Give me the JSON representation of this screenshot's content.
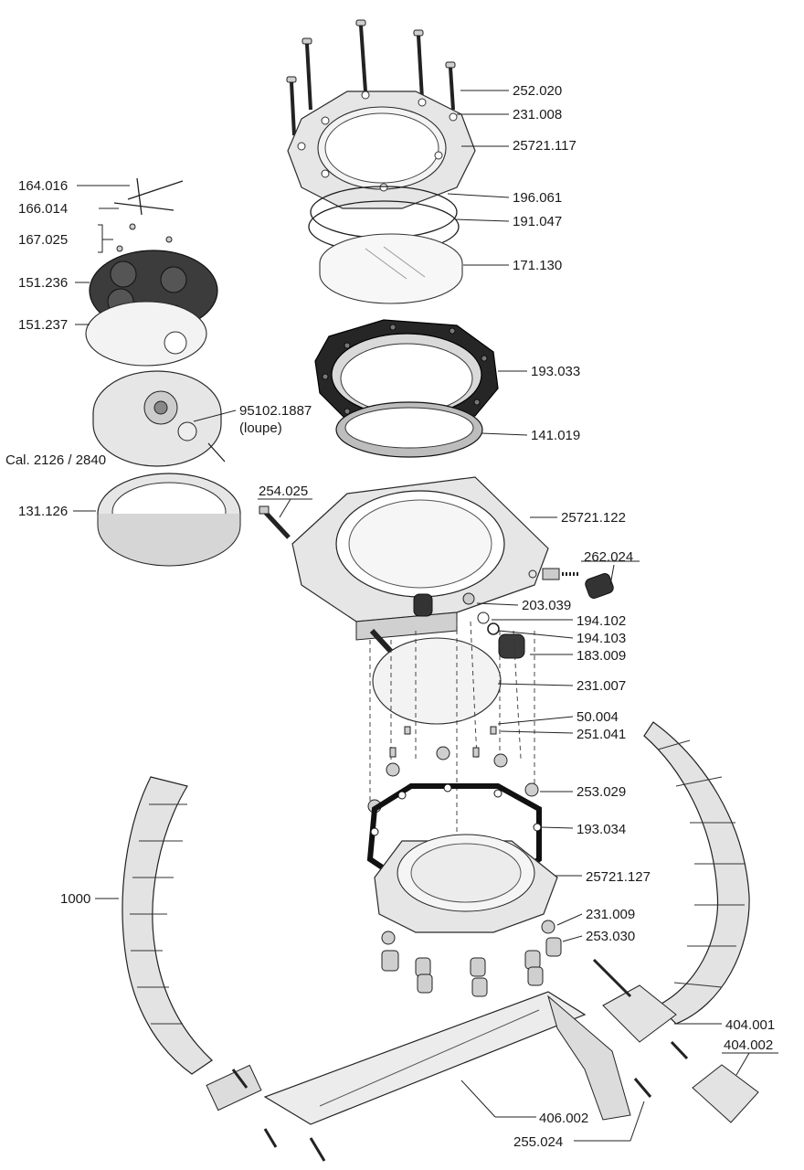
{
  "labels": {
    "p252_020": "252.020",
    "p231_008": "231.008",
    "p25721_117": "25721.117",
    "p196_061": "196.061",
    "p191_047": "191.047",
    "p171_130": "171.130",
    "p193_033": "193.033",
    "p141_019": "141.019",
    "p164_016": "164.016",
    "p166_014": "166.014",
    "p167_025": "167.025",
    "p151_236": "151.236",
    "p151_237": "151.237",
    "p95102_1887": "95102.1887",
    "loupe": "(loupe)",
    "calibre": "Cal. 2126 / 2840",
    "p131_126": "131.126",
    "p254_025": "254.025",
    "p25721_122": "25721.122",
    "p262_024": "262.024",
    "p203_039": "203.039",
    "p194_102": "194.102",
    "p194_103": "194.103",
    "p183_009": "183.009",
    "p231_007": "231.007",
    "p50_004": "50.004",
    "p251_041": "251.041",
    "p253_029": "253.029",
    "p193_034": "193.034",
    "p25721_127": "25721.127",
    "p231_009": "231.009",
    "p253_030": "253.030",
    "p1000": "1000",
    "p404_001": "404.001",
    "p404_002": "404.002",
    "p406_002": "406.002",
    "p255_024": "255.024"
  }
}
